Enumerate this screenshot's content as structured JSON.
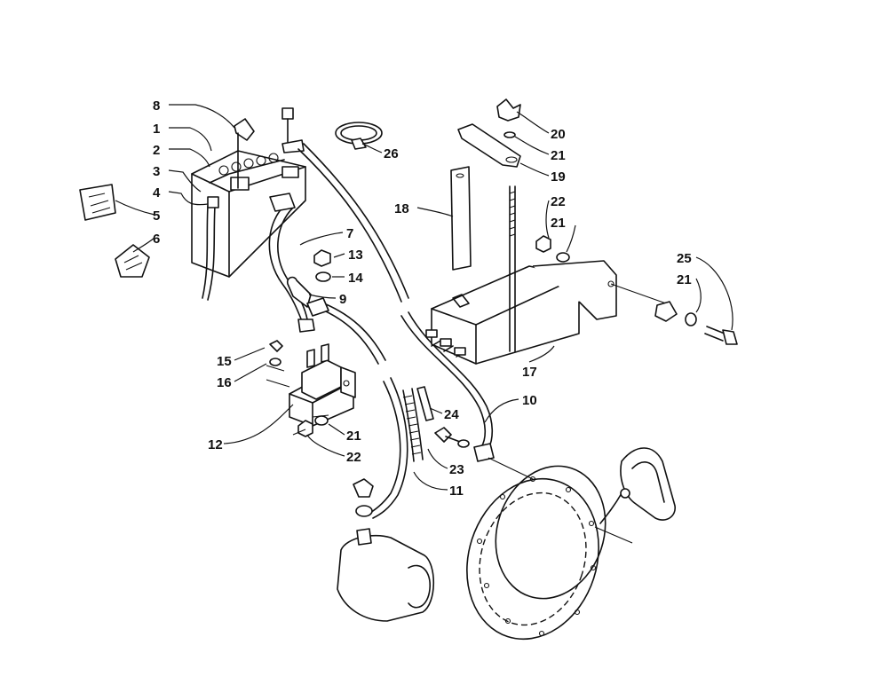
{
  "callouts": {
    "c1": "1",
    "c2": "2",
    "c3": "3",
    "c4": "4",
    "c5": "5",
    "c6": "6",
    "c7": "7",
    "c8": "8",
    "c9": "9",
    "c10": "10",
    "c11": "11",
    "c12": "12",
    "c13": "13",
    "c14": "14",
    "c15": "15",
    "c16": "16",
    "c17": "17",
    "c18": "18",
    "c19": "19",
    "c20": "20",
    "c21a": "21",
    "c21b": "21",
    "c21c": "21",
    "c21d": "21",
    "c22a": "22",
    "c22b": "22",
    "c23": "23",
    "c24": "24",
    "c25": "25",
    "c26": "26"
  },
  "colors": {
    "line": "#111111",
    "background": "#ffffff"
  }
}
